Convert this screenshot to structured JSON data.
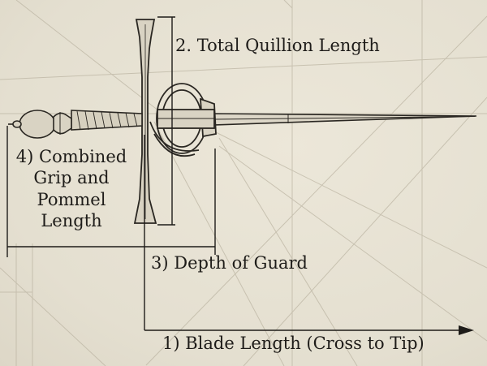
{
  "labels": {
    "quillion": "2. Total Quillion Length",
    "grip_pommel": "4) Combined Grip and Pommel Length",
    "guard_depth": "3) Depth of Guard",
    "blade": "1) Blade Length (Cross to Tip)"
  },
  "colors": {
    "background": "#e9e4d6",
    "ink": "#1e1c19",
    "faint_lines": "#b9b2a0",
    "metal": "#d9d3c3"
  },
  "icons": [
    "rapier-illustration",
    "arrow-right-icon"
  ]
}
